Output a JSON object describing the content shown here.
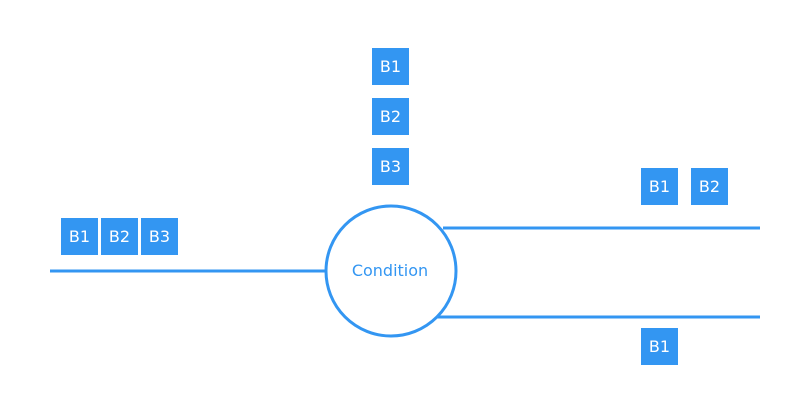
{
  "colors": {
    "accent": "#3396f2",
    "box_text": "#ffffff",
    "background": "#ffffff"
  },
  "condition": {
    "label": "Condition"
  },
  "top_stack": {
    "boxes": [
      "B1",
      "B2",
      "B3"
    ]
  },
  "left_branch": {
    "boxes": [
      "B1",
      "B2",
      "B3"
    ]
  },
  "right_upper_branch": {
    "boxes": [
      "B1",
      "B2"
    ]
  },
  "right_lower_branch": {
    "boxes": [
      "B1"
    ]
  }
}
